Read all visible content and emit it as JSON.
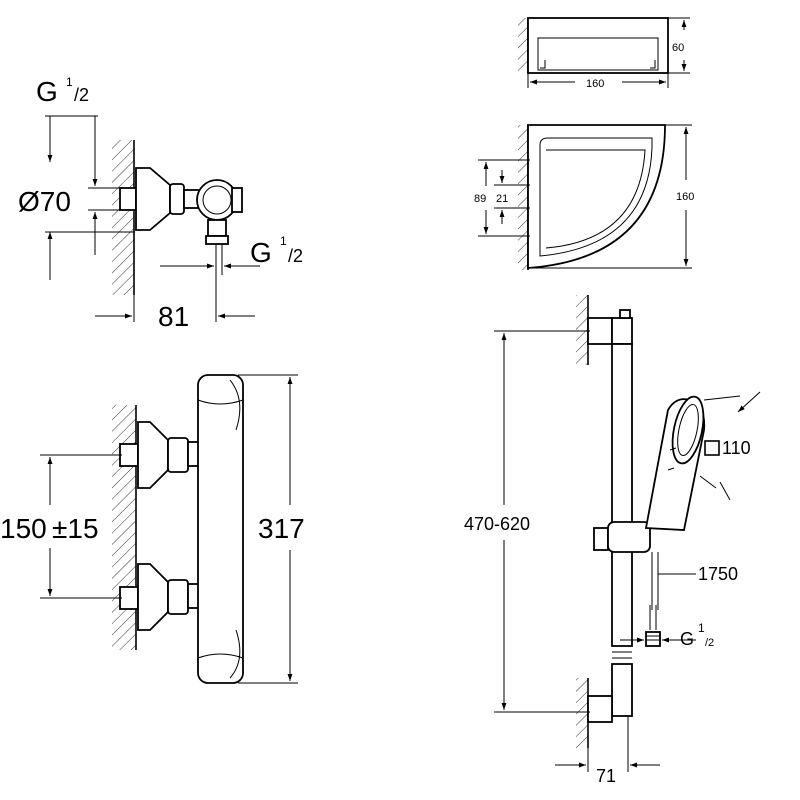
{
  "dims": {
    "connection_thread_1": "G",
    "connection_thread_1_sup": "1",
    "connection_thread_1_sub": "/2",
    "rosette_diameter": "Ø70",
    "connection_thread_2": "G",
    "connection_thread_2_sup": "1",
    "connection_thread_2_sub": "/2",
    "projection": "81",
    "centres": "150",
    "centres_tol": "±15",
    "body_length": "317",
    "shelf_height": "60",
    "shelf_width": "160",
    "corner_depth_total": "89",
    "corner_depth_partial": "21",
    "corner_size": "160",
    "rail_adjust": "470-620",
    "handshower_size": "110",
    "hose_length": "1750",
    "hose_thread": "G",
    "hose_thread_sup": "1",
    "hose_thread_sub": "/2",
    "rail_projection": "71"
  }
}
